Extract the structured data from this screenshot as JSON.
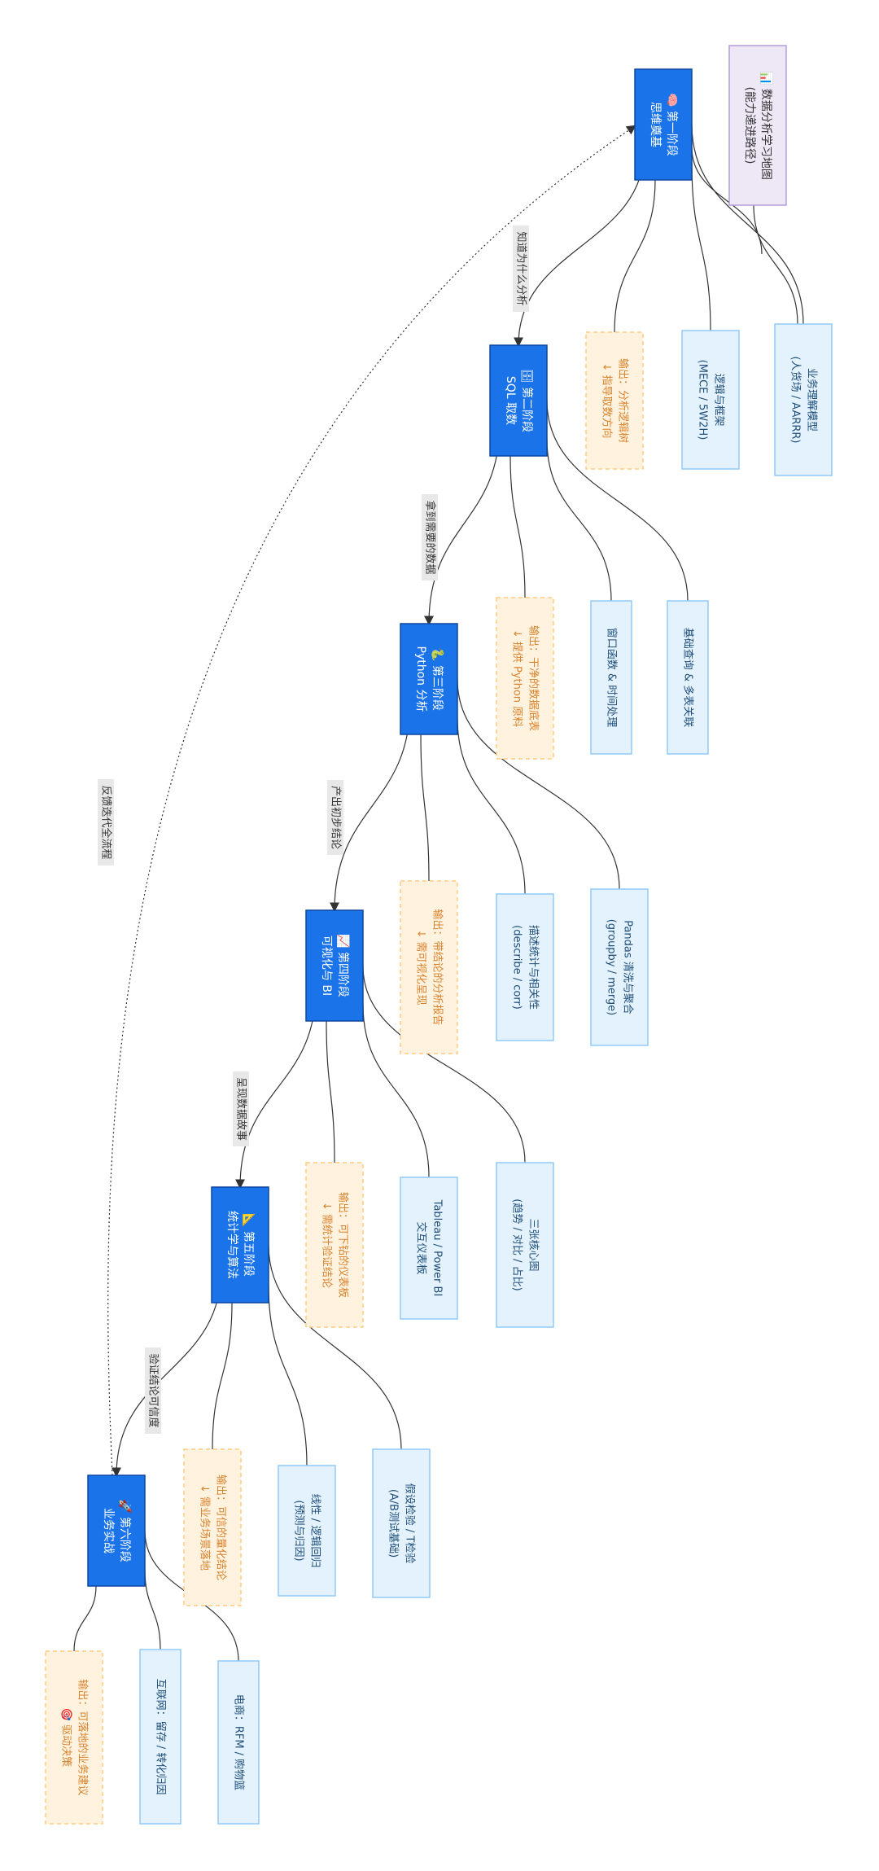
{
  "title": {
    "line1": "📊 数据分析学习地图",
    "line2": "(能力递进路径)"
  },
  "stages": [
    {
      "line1": "🧠 第一阶段",
      "line2": "思维奠基",
      "children": [
        {
          "line1": "业务理解模型",
          "line2": "(人货场 / AARRR)"
        },
        {
          "line1": "逻辑与框架",
          "line2": "(MECE / 5W2H)"
        }
      ],
      "output": {
        "line1": "输出：分析逻辑树",
        "line2": "↓ 指导取数方向"
      }
    },
    {
      "line1": "🗄 第二阶段",
      "line2": "SQL 取数",
      "children": [
        {
          "line1": "基础查询 & 多表关联",
          "line2": ""
        },
        {
          "line1": "窗口函数 & 时间处理",
          "line2": ""
        }
      ],
      "output": {
        "line1": "输出：干净的数据底表",
        "line2": "↓ 提供 Python 原料"
      }
    },
    {
      "line1": "🐍 第三阶段",
      "line2": "Python 分析",
      "children": [
        {
          "line1": "Pandas 清洗与聚合",
          "line2": "(groupby / merge)"
        },
        {
          "line1": "描述统计与相关性",
          "line2": "(describe / corr)"
        }
      ],
      "output": {
        "line1": "输出：带结论的分析报告",
        "line2": "↓ 需可视化呈现"
      }
    },
    {
      "line1": "📈 第四阶段",
      "line2": "可视化与 BI",
      "children": [
        {
          "line1": "三张核心图",
          "line2": "(趋势 / 对比 / 占比)"
        },
        {
          "line1": "Tableau / Power BI",
          "line2": "交互仪表板"
        }
      ],
      "output": {
        "line1": "输出：可下钻的仪表板",
        "line2": "↓ 需统计验证结论"
      }
    },
    {
      "line1": "📐 第五阶段",
      "line2": "统计学与算法",
      "children": [
        {
          "line1": "假设检验 / T检验",
          "line2": "(A/B测试基础)"
        },
        {
          "line1": "线性 / 逻辑回归",
          "line2": "(预测与归因)"
        }
      ],
      "output": {
        "line1": "输出：可信的量化结论",
        "line2": "↓ 需业务场景落地"
      }
    },
    {
      "line1": "🚀 第六阶段",
      "line2": "业务实战",
      "children": [
        {
          "line1": "电商：RFM / 购物篮",
          "line2": ""
        },
        {
          "line1": "互联网：留存 / 转化归因",
          "line2": ""
        }
      ],
      "output": {
        "line1": "输出：可落地的业务建议",
        "line2": "🎯 驱动决策"
      }
    }
  ],
  "edges": [
    "知道为什么分析",
    "拿到需要的数据",
    "产出初步结论",
    "呈现数据故事",
    "验证结论可信度"
  ],
  "feedback_label": "反馈迭代全流程",
  "colors": {
    "stage_fill": "#1a73e8",
    "stage_stroke": "#0d47a1",
    "child_fill": "#e3f2fd",
    "child_stroke": "#90caf9",
    "output_fill": "#fff3e0",
    "output_stroke": "#ffcc80",
    "title_fill": "#ede7f6",
    "title_stroke": "#b39ddb"
  }
}
